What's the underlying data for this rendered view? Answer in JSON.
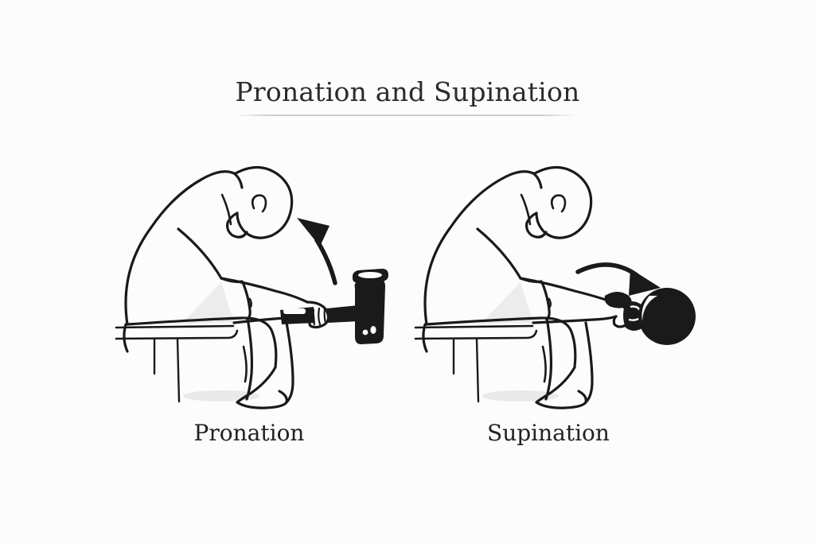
{
  "page": {
    "title": "Pronation and Supination",
    "background_color": "#fcfcfc",
    "ink_color": "#1a1a1a",
    "shade_color": "#ececec",
    "rule_color": "#d2d2d2"
  },
  "panels": [
    {
      "id": "pronation",
      "caption": "Pronation",
      "figure_name": "seated-person-holding-hammer-palm-down",
      "arrow": {
        "name": "rotation-arrow-counterclockwise",
        "direction": "counterclockwise",
        "points": "up-left"
      },
      "implement": {
        "name": "hammer",
        "orientation": "side-view",
        "head_position": "right"
      },
      "highlight": {
        "name": "forearm-thigh-contact-wedge",
        "color": "#ececec"
      }
    },
    {
      "id": "supination",
      "caption": "Supination",
      "figure_name": "seated-person-holding-hammer-palm-up",
      "arrow": {
        "name": "rotation-arrow-clockwise",
        "direction": "clockwise",
        "points": "down-right"
      },
      "implement": {
        "name": "hammer",
        "orientation": "end-on-view",
        "head_position": "right"
      },
      "highlight": {
        "name": "forearm-thigh-contact-wedge",
        "color": "#ececec"
      }
    }
  ]
}
